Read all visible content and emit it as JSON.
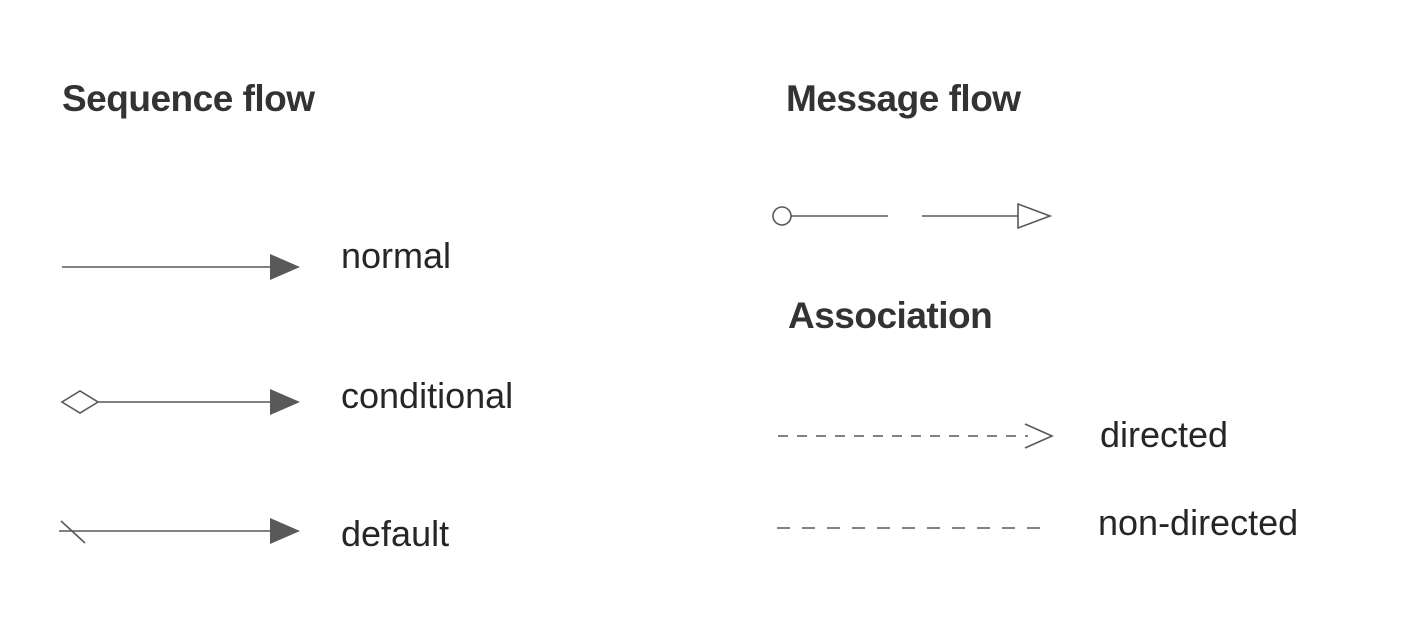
{
  "colors": {
    "line": "#595959",
    "heading_text": "#333333",
    "label_text": "#262626",
    "background": "#ffffff"
  },
  "legend": {
    "sequence_flow": {
      "title": "Sequence flow",
      "items": [
        {
          "label": "normal",
          "marker_start": "none",
          "line_style": "solid",
          "arrowhead": "filled-triangle"
        },
        {
          "label": "conditional",
          "marker_start": "hollow-diamond",
          "line_style": "solid",
          "arrowhead": "filled-triangle"
        },
        {
          "label": "default",
          "marker_start": "slash",
          "line_style": "solid",
          "arrowhead": "filled-triangle"
        }
      ]
    },
    "message_flow": {
      "title": "Message flow",
      "items": [
        {
          "label": "",
          "marker_start": "hollow-circle",
          "line_style": "dashed",
          "arrowhead": "hollow-triangle"
        }
      ]
    },
    "association": {
      "title": "Association",
      "items": [
        {
          "label": "directed",
          "marker_start": "none",
          "line_style": "dashed",
          "arrowhead": "open-v"
        },
        {
          "label": "non-directed",
          "marker_start": "none",
          "line_style": "dashed",
          "arrowhead": "none"
        }
      ]
    }
  }
}
